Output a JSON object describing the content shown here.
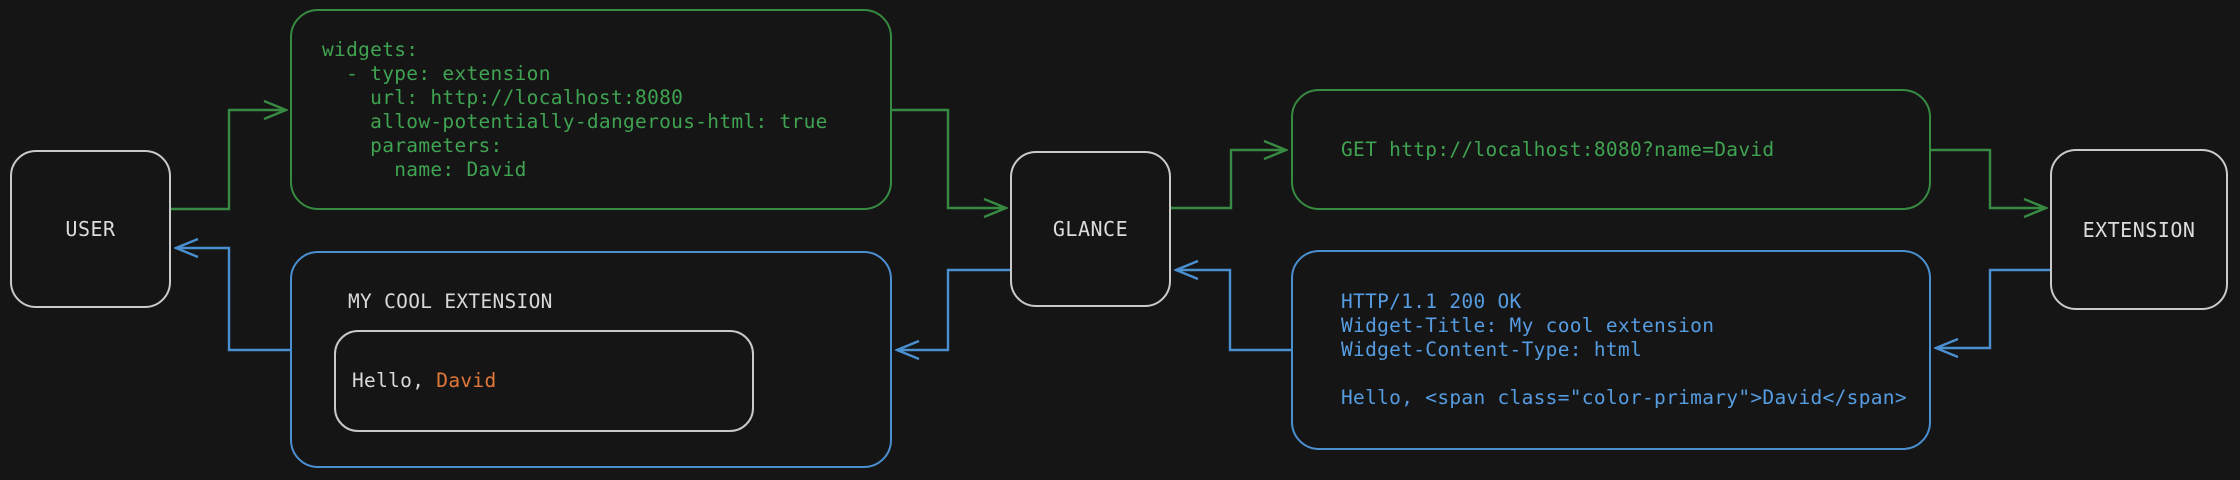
{
  "nodes": {
    "user": {
      "label": "USER"
    },
    "glance": {
      "label": "GLANCE"
    },
    "extension": {
      "label": "EXTENSION"
    }
  },
  "config_box": {
    "code": "widgets:\n  - type: extension\n    url: http://localhost:8080\n    allow-potentially-dangerous-html: true\n    parameters:\n      name: David"
  },
  "request_box": {
    "code": "GET http://localhost:8080?name=David"
  },
  "response_box": {
    "code": "HTTP/1.1 200 OK\nWidget-Title: My cool extension\nWidget-Content-Type: html\n\nHello, <span class=\"color-primary\">David</span>"
  },
  "widget_preview": {
    "title": "MY COOL EXTENSION",
    "greeting_prefix": "Hello, ",
    "greeting_name": "David"
  },
  "colors": {
    "background": "#151515",
    "green_line": "#378a41",
    "green_text": "#3fa351",
    "blue_line": "#4a8fd0",
    "blue_text": "#569ce0",
    "orange_text": "#e0783a",
    "node_border": "#cacaca",
    "light_text": "#d9d9d9"
  }
}
